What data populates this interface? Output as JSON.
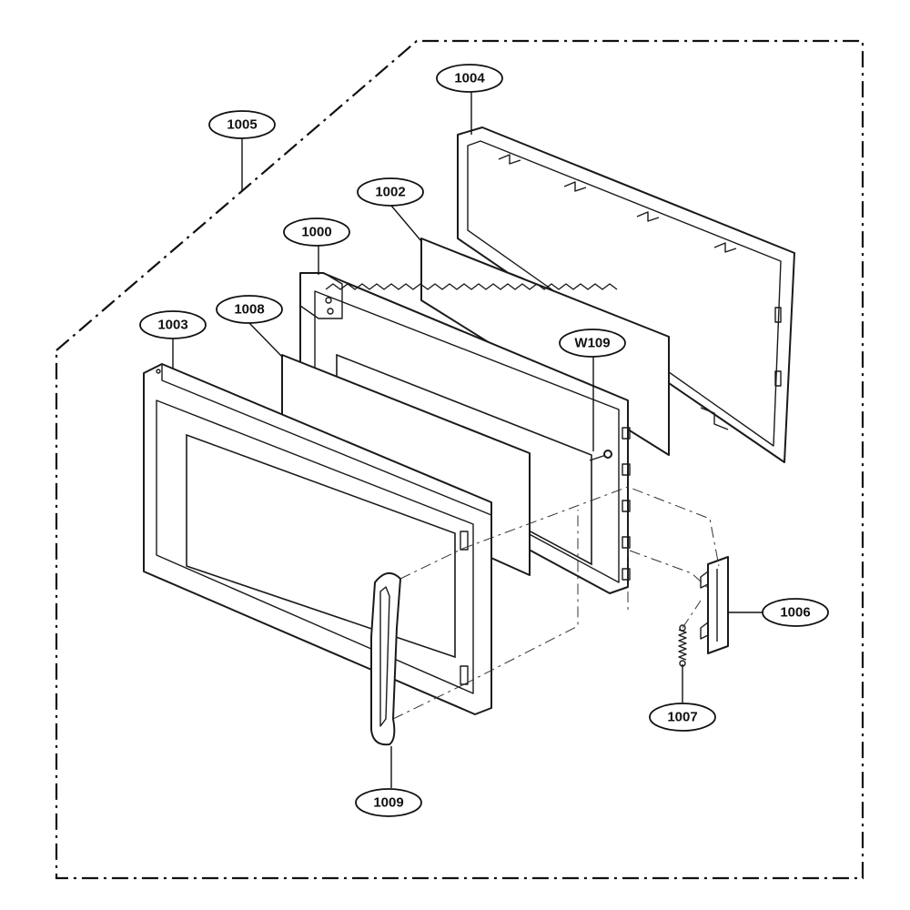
{
  "callouts": {
    "c1000": "1000",
    "c1002": "1002",
    "c1003": "1003",
    "c1004": "1004",
    "c1005": "1005",
    "c1006": "1006",
    "c1007": "1007",
    "c1008": "1008",
    "c1009": "1009",
    "cW109": "W109"
  }
}
